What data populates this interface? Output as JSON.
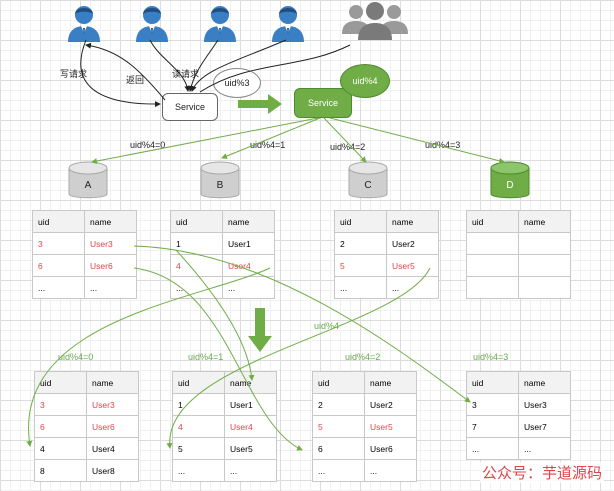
{
  "users": {
    "icons": [
      "user-icon",
      "user-icon",
      "user-icon",
      "user-icon",
      "users-group-icon"
    ]
  },
  "labels": {
    "write_request": "写请求",
    "return": "返回",
    "read_request": "读请求"
  },
  "service_old": {
    "label": "Service",
    "bubble": "uid%3"
  },
  "service_new": {
    "label": "Service",
    "bubble": "uid%4"
  },
  "shard_routes": [
    "uid%4=0",
    "uid%4=1",
    "uid%4=2",
    "uid%4=3"
  ],
  "databases": [
    {
      "name": "A",
      "color": "#cfcfcf"
    },
    {
      "name": "B",
      "color": "#cfcfcf"
    },
    {
      "name": "C",
      "color": "#cfcfcf"
    },
    {
      "name": "D",
      "color": "#70ad47"
    }
  ],
  "old_tables": {
    "headers": [
      "uid",
      "name"
    ],
    "tables": [
      {
        "rows": [
          [
            "3",
            "User3",
            true
          ],
          [
            "6",
            "User6",
            true
          ],
          [
            "...",
            "...",
            false
          ]
        ]
      },
      {
        "rows": [
          [
            "1",
            "User1",
            false
          ],
          [
            "4",
            "User4",
            true
          ],
          [
            "...",
            "...",
            false
          ]
        ]
      },
      {
        "rows": [
          [
            "2",
            "User2",
            false
          ],
          [
            "5",
            "User5",
            true
          ],
          [
            "...",
            "...",
            false
          ]
        ]
      },
      {
        "rows": [
          [
            "",
            "",
            false
          ],
          [
            "",
            "",
            false
          ],
          [
            "",
            "",
            false
          ]
        ]
      }
    ]
  },
  "migration_label": "uid%4",
  "new_tables": {
    "headers": [
      "uid",
      "name"
    ],
    "routes": [
      "uid%4=0",
      "uid%4=1",
      "uid%4=2",
      "uid%4=3"
    ],
    "tables": [
      {
        "rows": [
          [
            "3",
            "User3",
            true
          ],
          [
            "6",
            "User6",
            true
          ],
          [
            "4",
            "User4",
            false
          ],
          [
            "8",
            "User8",
            false
          ]
        ]
      },
      {
        "rows": [
          [
            "1",
            "User1",
            false
          ],
          [
            "4",
            "User4",
            true
          ],
          [
            "5",
            "User5",
            false
          ],
          [
            "...",
            "...",
            false
          ]
        ]
      },
      {
        "rows": [
          [
            "2",
            "User2",
            false
          ],
          [
            "5",
            "User5",
            true
          ],
          [
            "6",
            "User6",
            false
          ],
          [
            "...",
            "...",
            false
          ]
        ]
      },
      {
        "rows": [
          [
            "3",
            "User3",
            false
          ],
          [
            "7",
            "User7",
            false
          ],
          [
            "...",
            "...",
            false
          ]
        ]
      }
    ]
  },
  "footer": "公众号：芋道源码",
  "colors": {
    "accent": "#70ad47",
    "highlight": "#e0454a",
    "user": "#3a7fc4"
  }
}
